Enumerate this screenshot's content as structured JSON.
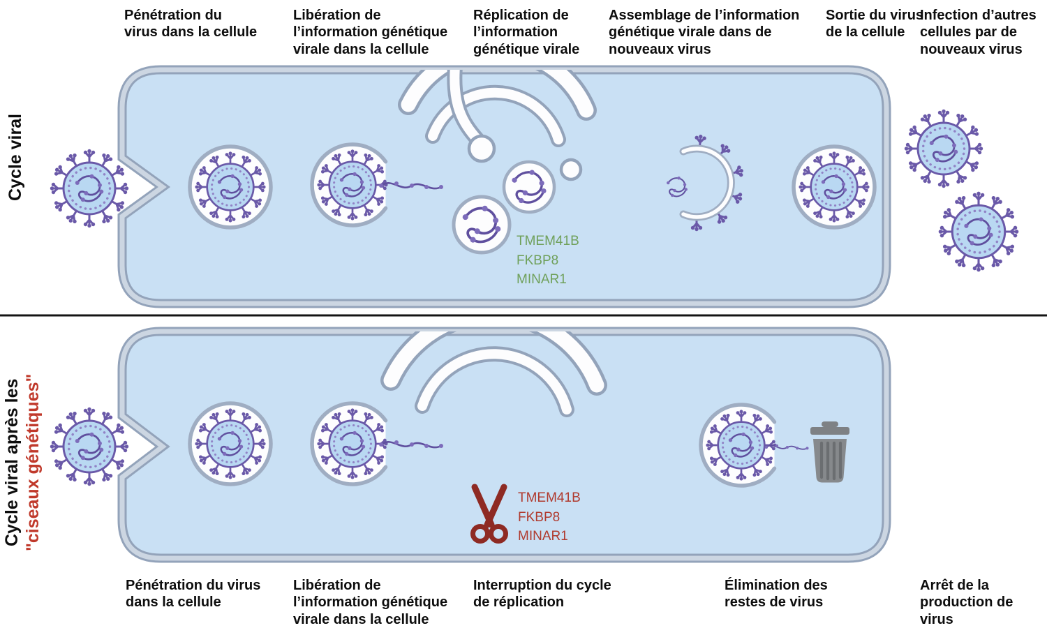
{
  "left_labels": {
    "top": "Cycle viral",
    "bottom_line1": "Cycle viral après les",
    "bottom_line2": "\"ciseaux génétiques\""
  },
  "top_stage_labels": [
    "Pénétration du\nvirus dans la cellule",
    "Libération de\nl’information génétique\nvirale dans la cellule",
    "Réplication de\nl’information\ngénétique virale",
    "Assemblage de l’information\ngénétique virale dans de\nnouveaux virus",
    "Sortie du virus\nde la cellule",
    "Infection d’autres\ncellules par de\nnouveaux virus"
  ],
  "bottom_stage_labels": [
    "Pénétration du virus\ndans la cellule",
    "Libération de\nl’information génétique\nvirale dans la cellule",
    "Interruption du cycle\nde réplication",
    "Élimination des\nrestes de virus",
    "Arrêt de la\nproduction de\nvirus"
  ],
  "genes": {
    "top": "TMEM41B\nFKBP8\nMINAR1",
    "bottom": "TMEM41B\nFKBP8\nMINAR1"
  },
  "colors": {
    "cell_fill": "#c9e0f4",
    "membrane_gray": "#93a3ba",
    "virus_purple": "#6a59a8",
    "genes_green": "#6fa05a",
    "genes_red": "#b03a2e",
    "scissors_red": "#8e2a23",
    "trash_gray": "#86898c",
    "divider_black": "#141414"
  }
}
